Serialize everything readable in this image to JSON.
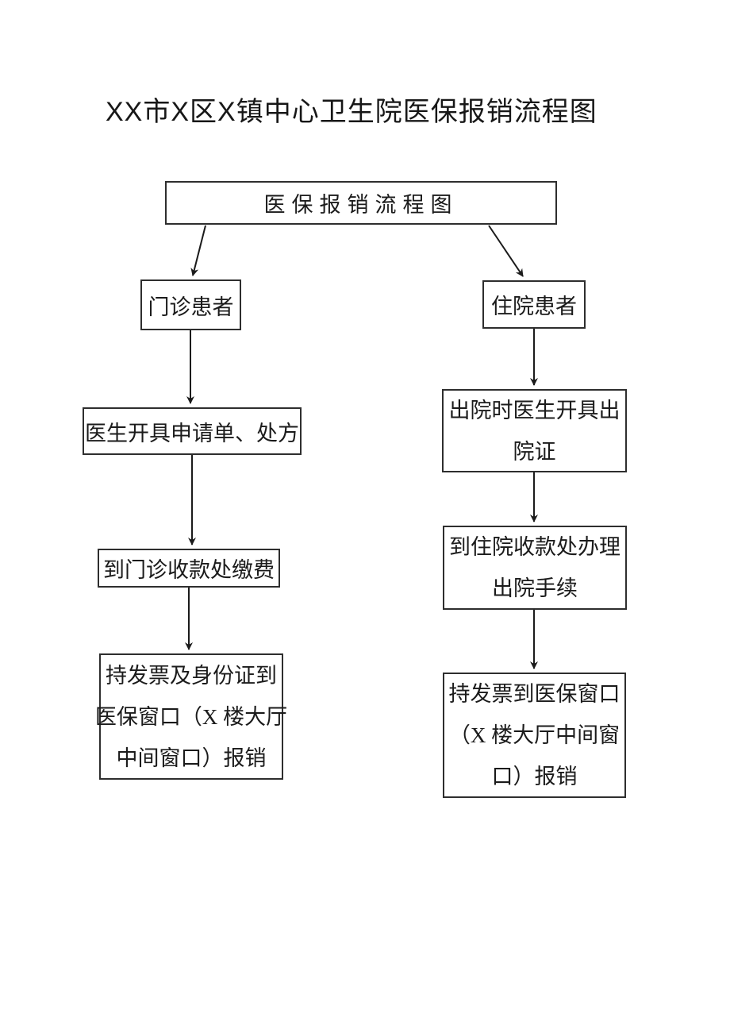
{
  "page": {
    "title": "XX市X区X镇中心卫生院医保报销流程图",
    "background_color": "#ffffff"
  },
  "flowchart": {
    "colors": {
      "box_border": "#2e2e2e",
      "text": "#1b1b1b",
      "arrow": "#1b1b1b"
    },
    "root": {
      "label": "医保报销流程图"
    },
    "outpatient": {
      "entry": "门诊患者",
      "step_doctor": {
        "label": "医生开具申请单、处方",
        "lines": [
          "医生开具申请单、处方"
        ]
      },
      "step_pay": {
        "label": "到门诊收款处缴费",
        "lines": [
          "到门诊收款处缴费"
        ]
      },
      "step_reimburse": {
        "label": "持发票及身份证到医保窗口（X楼大厅中间窗口）报销",
        "lines": [
          "持发票及身份证到",
          "医保窗口（X 楼大厅",
          "中间窗口）报销"
        ]
      }
    },
    "inpatient": {
      "entry": "住院患者",
      "step_cert": {
        "label": "出院时医生开具出院证",
        "lines": [
          "出院时医生开具出",
          "院证"
        ]
      },
      "step_procedure": {
        "label": "到住院收款处办理出院手续",
        "lines": [
          "到住院收款处办理",
          "出院手续"
        ]
      },
      "step_reimburse": {
        "label": "持发票到医保窗口（X楼大厅中间窗口）报销",
        "lines": [
          "持发票到医保窗口",
          "（X 楼大厅中间窗",
          "口）报销"
        ]
      }
    }
  }
}
